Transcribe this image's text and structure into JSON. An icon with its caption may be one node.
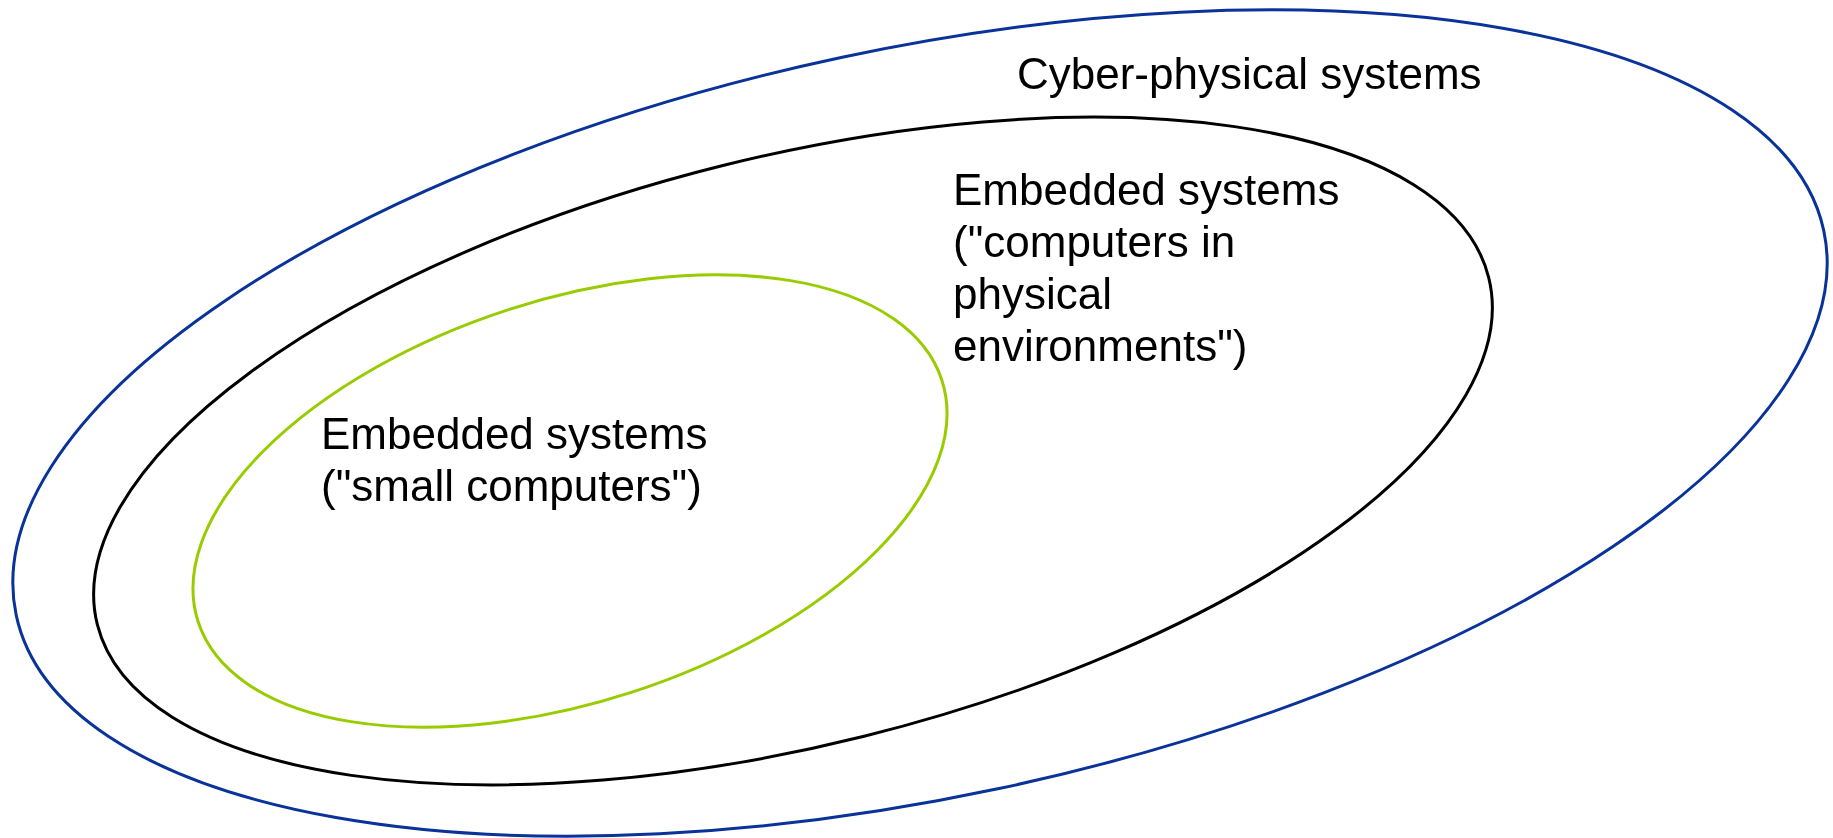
{
  "diagram": {
    "nodes": [
      {
        "text": [
          "Cyber-physical systems"
        ]
      },
      {
        "text": [
          "Embedded systems",
          "(\"computers in physical environments\")"
        ],
        "in": 0
      },
      {
        "text": [
          "Embedded systems",
          "(\"small computers\")"
        ],
        "in": 1
      }
    ]
  }
}
